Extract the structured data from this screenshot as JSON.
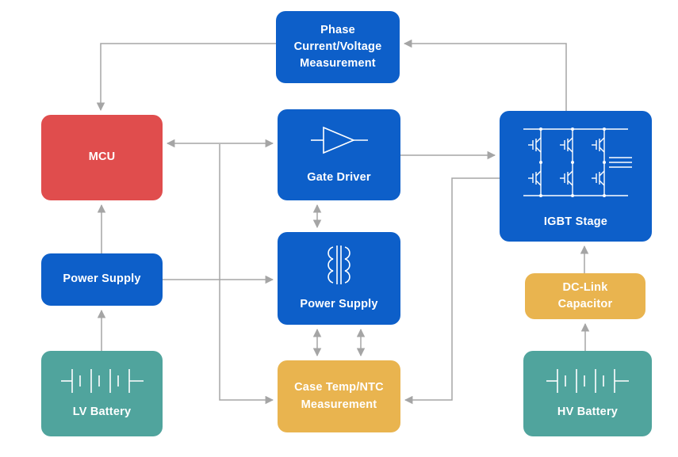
{
  "diagram": {
    "background_color": "#ffffff",
    "arrow_color": "#a5a5a5",
    "blocks": {
      "phase_measurement": {
        "label_lines": [
          "Phase",
          "Current/Voltage",
          "Measurement"
        ],
        "color": "#0d5fc9"
      },
      "mcu": {
        "label": "MCU",
        "color": "#e04d4d"
      },
      "gate_driver": {
        "label": "Gate Driver",
        "color": "#0d5fc9",
        "icon": "opamp-icon"
      },
      "igbt_stage": {
        "label": "IGBT Stage",
        "color": "#0d5fc9",
        "icon": "igbt-bridge-icon"
      },
      "power_supply_left": {
        "label": "Power Supply",
        "color": "#0d5fc9"
      },
      "power_supply_center": {
        "label": "Power Supply",
        "color": "#0d5fc9",
        "icon": "transformer-icon"
      },
      "dc_link_capacitor": {
        "label_lines": [
          "DC-Link",
          "Capacitor"
        ],
        "color": "#e9b44f"
      },
      "lv_battery": {
        "label": "LV Battery",
        "color": "#50a49d",
        "icon": "battery-icon"
      },
      "case_temp_ntc": {
        "label_lines": [
          "Case Temp/NTC",
          "Measurement"
        ],
        "color": "#e9b44f"
      },
      "hv_battery": {
        "label": "HV Battery",
        "color": "#50a49d",
        "icon": "battery-icon"
      }
    },
    "connections": [
      {
        "from": "MCU",
        "to": "Gate Driver",
        "bidirectional": true
      },
      {
        "from": "Gate Driver",
        "to": "IGBT Stage",
        "bidirectional": false
      },
      {
        "from": "IGBT Stage",
        "to": "Phase Current/Voltage Measurement",
        "bidirectional": false
      },
      {
        "from": "Phase Current/Voltage Measurement",
        "to": "MCU",
        "bidirectional": false
      },
      {
        "from": "Power Supply (left)",
        "to": "MCU",
        "bidirectional": false
      },
      {
        "from": "LV Battery",
        "to": "Power Supply (left)",
        "bidirectional": false
      },
      {
        "from": "Power Supply (left)",
        "to": "Power Supply (center)",
        "bidirectional": false
      },
      {
        "from": "Power Supply (center)",
        "to": "Gate Driver",
        "bidirectional": true
      },
      {
        "from": "Power Supply (center)",
        "to": "Case Temp/NTC Measurement",
        "bidirectional": true
      },
      {
        "from": "Power Supply (center)",
        "to": "Case Temp/NTC Measurement",
        "bidirectional": true
      },
      {
        "from": "MCU",
        "to": "Case Temp/NTC Measurement",
        "bidirectional": false
      },
      {
        "from": "IGBT Stage",
        "to": "Case Temp/NTC Measurement",
        "bidirectional": false
      },
      {
        "from": "DC-Link Capacitor",
        "to": "IGBT Stage",
        "bidirectional": false
      },
      {
        "from": "HV Battery",
        "to": "DC-Link Capacitor",
        "bidirectional": false
      }
    ]
  }
}
